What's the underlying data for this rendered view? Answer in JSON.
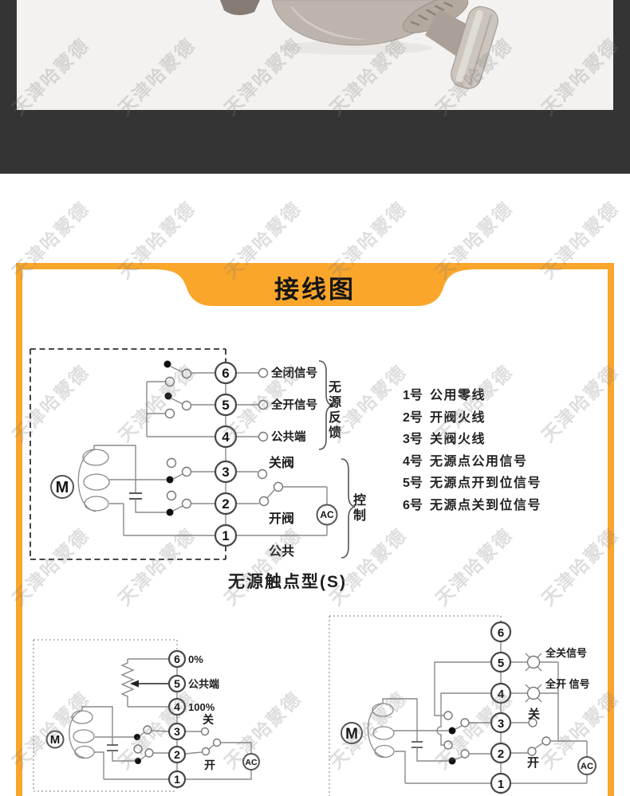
{
  "page": {
    "watermark_text": "天津哈蒙德"
  },
  "banner": {
    "title": "接线图"
  },
  "main_diagram": {
    "terminals": [
      "6",
      "5",
      "4",
      "3",
      "2",
      "1"
    ],
    "labels": {
      "full_close_signal": "全闭信号",
      "full_open_signal": "全开信号",
      "common_terminal": "公共端",
      "close_valve": "关阀",
      "open_valve": "开阀",
      "common": "公共",
      "ac": "AC",
      "motor": "M",
      "feedback_group": "无源反馈",
      "control_group": "控制"
    },
    "caption": "无源触点型(S)"
  },
  "legend": {
    "items": [
      {
        "no": "1号",
        "text": "公用零线"
      },
      {
        "no": "2号",
        "text": "开阀火线"
      },
      {
        "no": "3号",
        "text": "关阀火线"
      },
      {
        "no": "4号",
        "text": "无源点公用信号"
      },
      {
        "no": "5号",
        "text": "无源点开到位信号"
      },
      {
        "no": "6号",
        "text": "无源点关到位信号"
      }
    ]
  },
  "bottom_left_diagram": {
    "terminals": [
      "6",
      "5",
      "4",
      "3",
      "2",
      "1"
    ],
    "labels": {
      "zero_percent": "0%",
      "common_terminal": "公共端",
      "hundred_percent": "100%",
      "close": "关",
      "open": "开",
      "ac": "AC",
      "motor": "M"
    }
  },
  "bottom_right_diagram": {
    "terminals": [
      "6",
      "5",
      "4",
      "3",
      "2",
      "1"
    ],
    "labels": {
      "full_close_signal": "全关信号",
      "full_open_signal": "全开 信号",
      "close": "关",
      "open": "开",
      "ac": "AC",
      "motor": "M"
    }
  }
}
